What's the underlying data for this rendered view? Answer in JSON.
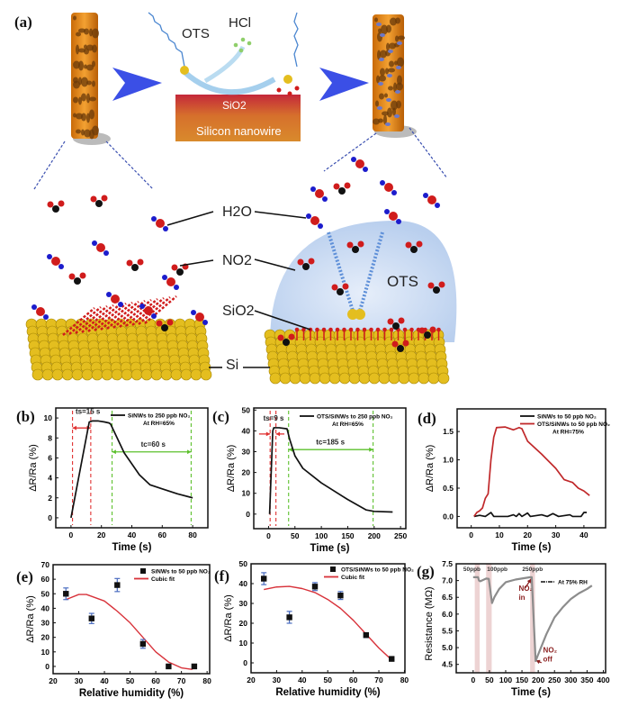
{
  "schematic": {
    "panel_label": "(a)",
    "ots_top": "OTS",
    "hcl": "HCl",
    "sio2_box": "SiO2",
    "silicon_nanowire": "Silicon nanowire",
    "h2o": "H2O",
    "no2": "NO2",
    "sio2": "SiO2",
    "si": "Si",
    "ots_dome": "OTS",
    "colors": {
      "nanowire": "#e8921c",
      "arrow": "#3b4fe6",
      "si_atom": "#e4be1f",
      "oxygen": "#d01c1c",
      "nitrogen": "#1c1ccc",
      "carbon": "#111111",
      "dome": "#cadcf3"
    }
  },
  "chart_data": [
    {
      "panel": "(b)",
      "type": "line",
      "xlabel": "Time (s)",
      "ylabel": "ΔR/Ra (%)",
      "xlim": [
        -10,
        90
      ],
      "ylim": [
        -1,
        11
      ],
      "xticks": [
        0,
        20,
        40,
        60,
        80
      ],
      "yticks": [
        0,
        2,
        4,
        6,
        8,
        10
      ],
      "series": [
        {
          "name": "SiNWs to 250 ppb NO₂",
          "color": "#111111",
          "x": [
            0,
            12,
            14,
            18,
            22,
            25,
            26,
            35,
            45,
            52,
            60,
            70,
            80
          ],
          "y": [
            0,
            9.6,
            9.7,
            9.7,
            9.6,
            9.5,
            9.4,
            6.5,
            4.3,
            3.3,
            2.9,
            2.4,
            2.0
          ]
        }
      ],
      "note": "At RH=65%",
      "vlines": [
        {
          "x": 1,
          "color": "#e03030"
        },
        {
          "x": 13,
          "color": "#e03030"
        },
        {
          "x": 27,
          "color": "#5cc02c"
        },
        {
          "x": 79,
          "color": "#5cc02c"
        }
      ],
      "arrows": [
        {
          "x1": 1,
          "x2": 13,
          "y": 9.0,
          "color": "#e03030"
        },
        {
          "x1": 27,
          "x2": 79,
          "y": 6.6,
          "color": "#5cc02c"
        }
      ],
      "texts": [
        {
          "x": 3,
          "y": 10.4,
          "text": "ts=15 s"
        },
        {
          "x": 46,
          "y": 7.1,
          "text": "tc=60 s"
        }
      ]
    },
    {
      "panel": "(c)",
      "type": "line",
      "xlabel": "Time (s)",
      "ylabel": "ΔR/Ra (%)",
      "xlim": [
        -28,
        260
      ],
      "ylim": [
        -7,
        51
      ],
      "xticks": [
        0,
        50,
        100,
        150,
        200,
        250
      ],
      "yticks": [
        0,
        10,
        20,
        30,
        40,
        50
      ],
      "series": [
        {
          "name": "OTS/SiNWs to 250 ppb NO₂",
          "color": "#111111",
          "x": [
            2,
            8,
            10,
            20,
            35,
            40,
            50,
            65,
            100,
            150,
            185,
            200,
            235
          ],
          "y": [
            0,
            40,
            41.5,
            41.5,
            41,
            36,
            28,
            22,
            15,
            7,
            2,
            1.3,
            1
          ]
        }
      ],
      "note": "At RH=65%",
      "vlines": [
        {
          "x": 3,
          "color": "#e03030"
        },
        {
          "x": 14,
          "color": "#e03030"
        },
        {
          "x": 38,
          "color": "#5cc02c"
        },
        {
          "x": 198,
          "color": "#5cc02c"
        }
      ],
      "arrows": [
        {
          "x1": -18,
          "x2": 3,
          "y": 38.5,
          "color": "#e03030"
        },
        {
          "x1": 30,
          "x2": 14,
          "y": 38.5,
          "color": "#e03030"
        },
        {
          "x1": 38,
          "x2": 198,
          "y": 31,
          "color": "#5cc02c"
        }
      ],
      "texts": [
        {
          "x": -10,
          "y": 45,
          "text": "ts=9 s"
        },
        {
          "x": 90,
          "y": 33.5,
          "text": "tc=185 s"
        }
      ]
    },
    {
      "panel": "(d)",
      "type": "line",
      "xlabel": "Time (s)",
      "ylabel": "ΔR/Ra (%)",
      "xlim": [
        -5,
        47.7
      ],
      "ylim": [
        -0.2,
        1.9
      ],
      "xticks": [
        0,
        10,
        20,
        30,
        40
      ],
      "yticks": [
        0.0,
        0.5,
        1.0,
        1.5
      ],
      "ytick_labels": [
        "0.0",
        "0.5",
        "1.0",
        "1.5"
      ],
      "series": [
        {
          "name": "SiNWs to 50 ppb NO₂",
          "color": "#111111",
          "x": [
            1,
            3,
            5,
            7,
            8,
            13,
            15,
            16,
            17,
            18,
            20,
            21,
            25,
            27,
            29,
            31,
            35,
            36,
            39,
            40,
            41
          ],
          "y": [
            0,
            0.02,
            0,
            0.07,
            0,
            0,
            0.03,
            0,
            0.05,
            0,
            0.06,
            0,
            0.03,
            0,
            0.05,
            0,
            0.03,
            0,
            0,
            0.07,
            0.07
          ]
        },
        {
          "name": "OTS/SiNWs to 50 ppb NO₂",
          "color": "#c0282a",
          "x": [
            1,
            2,
            3,
            4,
            5,
            6,
            7,
            8,
            9,
            12,
            15,
            17,
            18,
            20,
            25,
            30,
            33,
            36,
            38,
            40,
            42
          ],
          "y": [
            0,
            0.07,
            0.1,
            0.15,
            0.32,
            0.4,
            1.0,
            1.4,
            1.57,
            1.58,
            1.53,
            1.57,
            1.55,
            1.33,
            1.1,
            0.85,
            0.65,
            0.6,
            0.5,
            0.45,
            0.37
          ]
        }
      ],
      "note": "At RH=75%"
    },
    {
      "panel": "(e)",
      "type": "scatter",
      "xlabel": "Relative humidity (%)",
      "ylabel": "ΔR/Ra (%)",
      "xlim": [
        20,
        81
      ],
      "ylim": [
        -5,
        70
      ],
      "xticks": [
        20,
        30,
        40,
        50,
        60,
        70,
        80
      ],
      "yticks": [
        0,
        10,
        20,
        30,
        40,
        50,
        60,
        70
      ],
      "points": {
        "name": "SiNWs to 50 ppb NO₂",
        "color": "#111111",
        "error_color": "#4a6cc0",
        "x": [
          25,
          35,
          45,
          55,
          65,
          75
        ],
        "y": [
          50,
          33,
          56,
          15.5,
          0,
          0
        ],
        "err": [
          4,
          3.5,
          4.5,
          3,
          1,
          0.5
        ]
      },
      "fit": {
        "name": "Cubic fit",
        "color": "#d8323a",
        "x": [
          25,
          30,
          33,
          40,
          45,
          50,
          55,
          60,
          65,
          70,
          74,
          75
        ],
        "y": [
          46,
          49.5,
          49.5,
          45,
          38,
          30,
          20,
          10,
          3,
          -1,
          -2,
          -1
        ]
      }
    },
    {
      "panel": "(f)",
      "type": "scatter",
      "xlabel": "Relative humidity (%)",
      "ylabel": "ΔR/Ra (%)",
      "xlim": [
        20,
        80.2
      ],
      "ylim": [
        -5,
        50
      ],
      "xticks": [
        20,
        30,
        40,
        50,
        60,
        70,
        80
      ],
      "yticks": [
        0,
        10,
        20,
        30,
        40,
        50
      ],
      "points": {
        "name": "OTS/SiNWs to 50 ppb NO₂",
        "color": "#111111",
        "error_color": "#4a6cc0",
        "x": [
          25,
          35,
          45,
          55,
          65,
          75
        ],
        "y": [
          42.5,
          23,
          38.5,
          34,
          14,
          2
        ],
        "err": [
          3,
          3,
          2,
          2,
          1.2,
          0.5
        ]
      },
      "fit": {
        "name": "Cubic fit",
        "color": "#d8323a",
        "x": [
          25,
          30,
          35,
          40,
          45,
          50,
          55,
          60,
          65,
          70,
          75
        ],
        "y": [
          37,
          38.3,
          38.6,
          37.5,
          35.5,
          32,
          27.5,
          21.5,
          14.5,
          7.5,
          1.5
        ]
      }
    },
    {
      "panel": "(g)",
      "type": "line",
      "xlabel": "Time (s)",
      "ylabel": "Resistance (MΩ)",
      "xlim": [
        -52,
        407
      ],
      "ylim": [
        4.25,
        7.5
      ],
      "xticks": [
        0,
        50,
        100,
        150,
        200,
        250,
        300,
        350,
        400
      ],
      "yticks": [
        4.5,
        5.0,
        5.5,
        6.0,
        6.5,
        7.0,
        7.5
      ],
      "ytick_labels": [
        "4.5",
        "5.0",
        "5.5",
        "6.0",
        "6.5",
        "7.0",
        "7.5"
      ],
      "series": [
        {
          "name": "At 75% RH",
          "color": "#8c8c8c",
          "x": [
            0,
            15,
            18,
            22,
            40,
            48,
            58,
            65,
            80,
            100,
            130,
            175,
            180,
            192,
            200,
            225,
            250,
            275,
            300,
            325,
            350,
            365
          ],
          "y": [
            7.1,
            7.1,
            7.0,
            6.98,
            7.06,
            7.05,
            6.33,
            6.5,
            6.75,
            6.95,
            7.03,
            7.1,
            7.1,
            4.6,
            4.8,
            5.4,
            5.9,
            6.2,
            6.45,
            6.62,
            6.75,
            6.85
          ]
        }
      ],
      "bands": [
        {
          "x1": 5,
          "x2": 20,
          "label": "50ppb"
        },
        {
          "x1": 40,
          "x2": 57,
          "label": "100ppb"
        },
        {
          "x1": 175,
          "x2": 190,
          "label": "250ppb"
        }
      ],
      "band_color": "#e8c8c8",
      "texts": [
        {
          "x": 140,
          "y": 6.7,
          "text": "NO₂",
          "color": "#8a1f1f"
        },
        {
          "x": 140,
          "y": 6.5,
          "text": "in",
          "color": "#8a1f1f"
        },
        {
          "x": 215,
          "y": 4.85,
          "text": "NO₂",
          "color": "#8a1f1f"
        },
        {
          "x": 215,
          "y": 4.6,
          "text": "off",
          "color": "#8a1f1f"
        }
      ],
      "arrows": [
        {
          "x1": 160,
          "y1": 6.78,
          "x2": 178,
          "y2": 7.05,
          "color": "#8a1f1f"
        },
        {
          "x1": 210,
          "y1": 4.55,
          "x2": 193,
          "y2": 4.62,
          "color": "#8a1f1f"
        }
      ]
    }
  ]
}
